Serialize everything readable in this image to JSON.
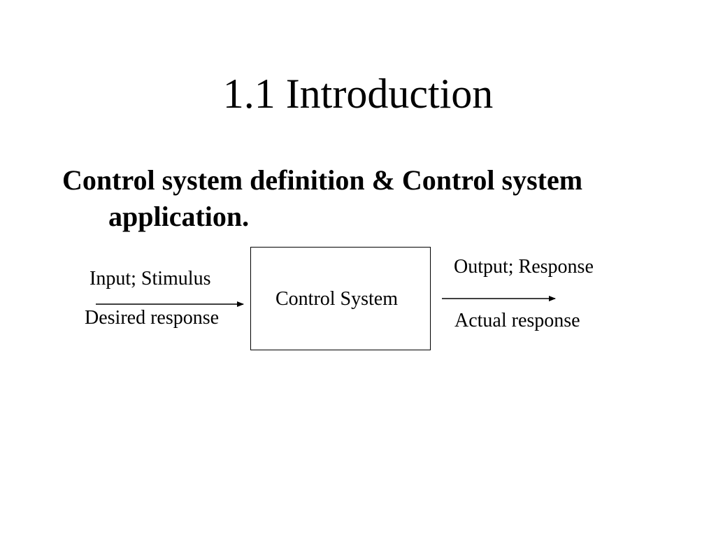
{
  "slide": {
    "title": "1.1 Introduction",
    "bullet": "Control system definition & Control system application."
  },
  "diagram": {
    "input_label_top": "Input; Stimulus",
    "input_label_bottom": "Desired response",
    "block_label": "Control System",
    "output_label_top": "Output; Response",
    "output_label_bottom": "Actual response"
  }
}
